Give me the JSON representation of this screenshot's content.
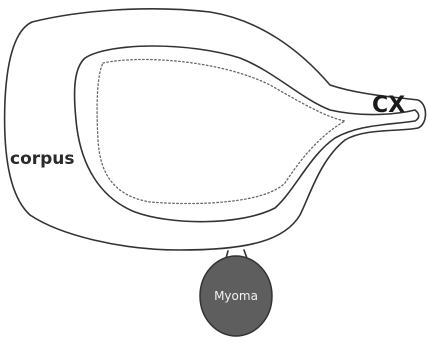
{
  "labels": {
    "corpus": "corpus",
    "cervix": "CX",
    "myoma": "Myoma"
  },
  "colors": {
    "outline": "#333333",
    "myoma_fill": "#5e5e5e",
    "myoma_text": "#f2f2f2",
    "background": "#ffffff"
  }
}
